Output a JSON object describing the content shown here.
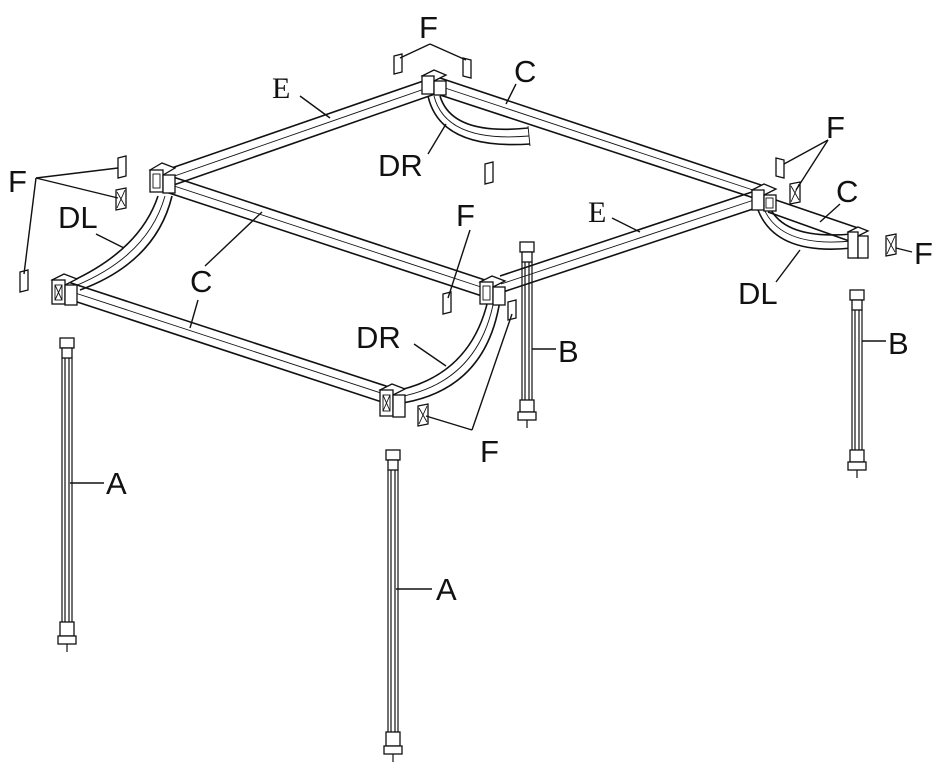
{
  "labels": {
    "A": "A",
    "B": "B",
    "C": "C",
    "DL": "DL",
    "DR": "DR",
    "E": "E",
    "F": "F"
  },
  "colors": {
    "line": "#111111",
    "background": "#ffffff"
  }
}
